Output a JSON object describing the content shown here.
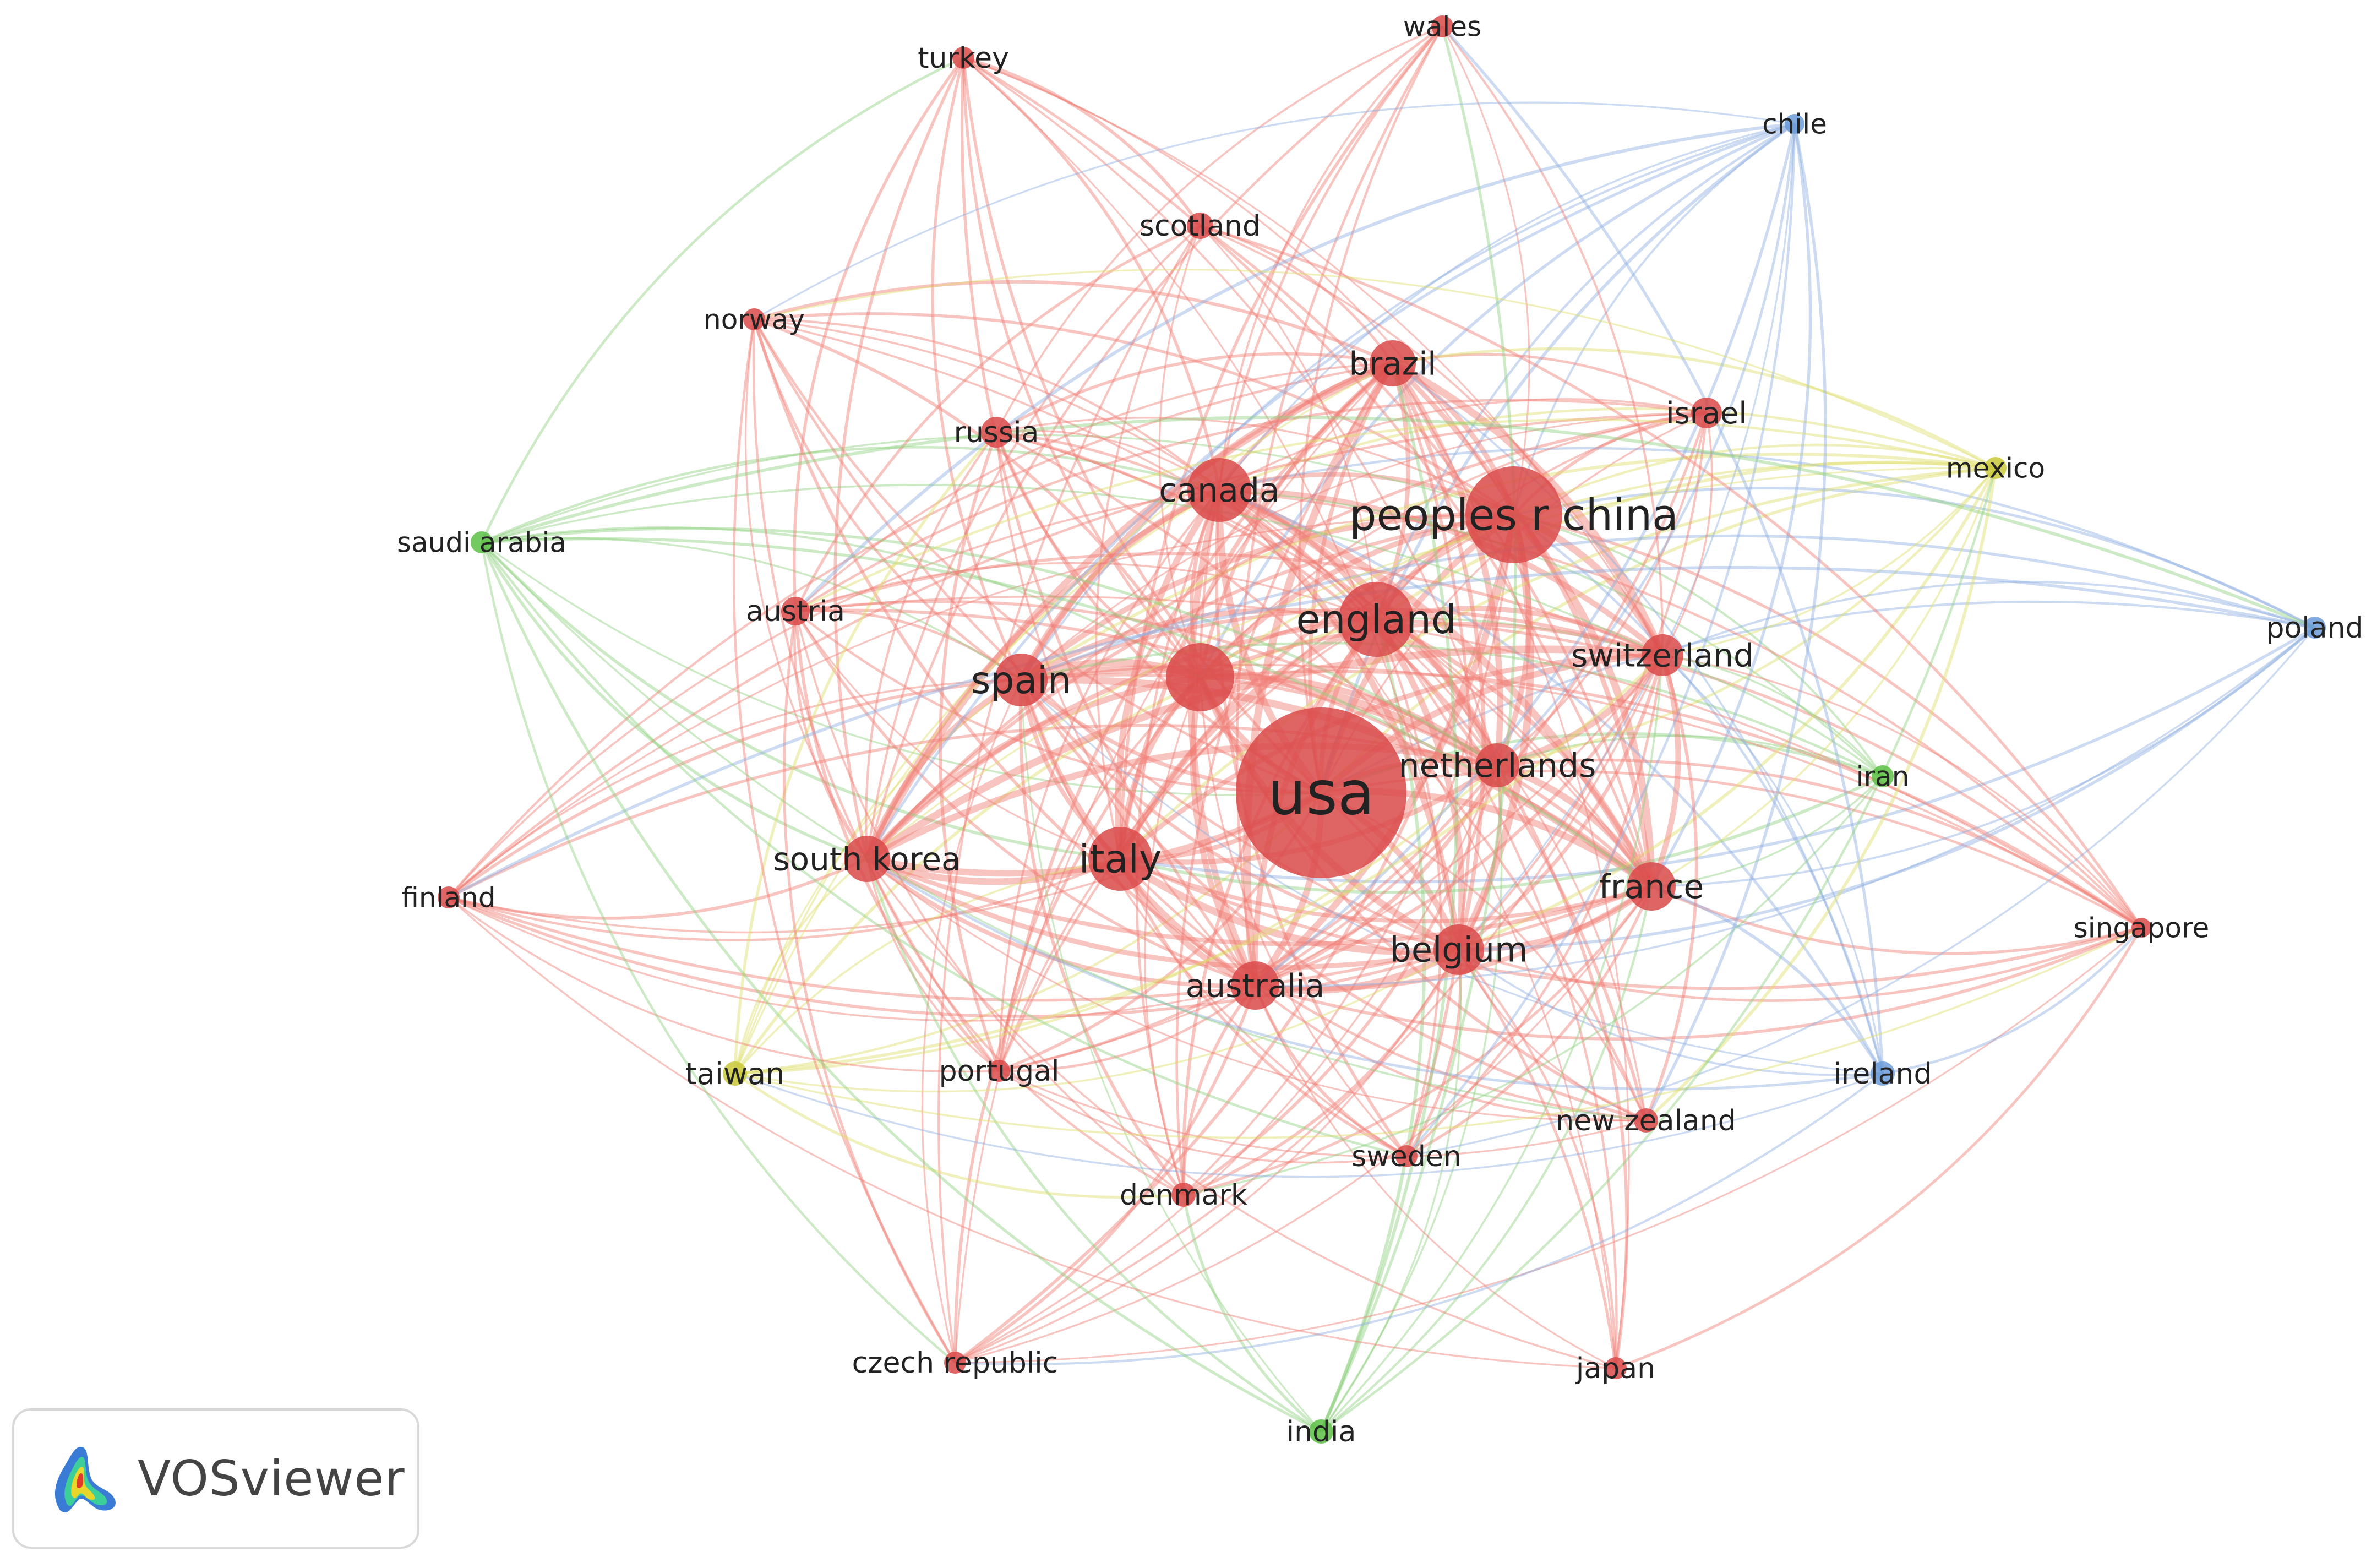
{
  "app": {
    "name": "VOSviewer"
  },
  "colors": {
    "cluster_red": "#d94a4a",
    "cluster_green": "#5cbf45",
    "cluster_blue": "#6b9bd8",
    "cluster_yellow": "#c8c83a",
    "edge_red": "#f07c73",
    "edge_green": "#8fd17f",
    "edge_blue": "#8fb0e0",
    "edge_yellow": "#dede6a"
  },
  "network": {
    "nodes": [
      {
        "id": "usa",
        "label": "usa",
        "cluster": "red"
      },
      {
        "id": "china",
        "label": "peoples r china",
        "cluster": "red"
      },
      {
        "id": "england",
        "label": "england",
        "cluster": "red"
      },
      {
        "id": "canada",
        "label": "canada",
        "cluster": "red"
      },
      {
        "id": "germany",
        "label": "",
        "cluster": "red"
      },
      {
        "id": "italy",
        "label": "italy",
        "cluster": "red"
      },
      {
        "id": "spain",
        "label": "spain",
        "cluster": "red"
      },
      {
        "id": "brazil",
        "label": "brazil",
        "cluster": "red"
      },
      {
        "id": "netherlands",
        "label": "netherlands",
        "cluster": "red"
      },
      {
        "id": "belgium",
        "label": "belgium",
        "cluster": "red"
      },
      {
        "id": "australia",
        "label": "australia",
        "cluster": "red"
      },
      {
        "id": "france",
        "label": "france",
        "cluster": "red"
      },
      {
        "id": "south_korea",
        "label": "south korea",
        "cluster": "red"
      },
      {
        "id": "switzerland",
        "label": "switzerland",
        "cluster": "red"
      },
      {
        "id": "israel",
        "label": "israel",
        "cluster": "red"
      },
      {
        "id": "russia",
        "label": "russia",
        "cluster": "red"
      },
      {
        "id": "austria",
        "label": "austria",
        "cluster": "red"
      },
      {
        "id": "scotland",
        "label": "scotland",
        "cluster": "red"
      },
      {
        "id": "turkey",
        "label": "turkey",
        "cluster": "red"
      },
      {
        "id": "wales",
        "label": "wales",
        "cluster": "red"
      },
      {
        "id": "norway",
        "label": "norway",
        "cluster": "red"
      },
      {
        "id": "finland",
        "label": "finland",
        "cluster": "red"
      },
      {
        "id": "portugal",
        "label": "portugal",
        "cluster": "red"
      },
      {
        "id": "denmark",
        "label": "denmark",
        "cluster": "red"
      },
      {
        "id": "sweden",
        "label": "sweden",
        "cluster": "red"
      },
      {
        "id": "new_zealand",
        "label": "new zealand",
        "cluster": "red"
      },
      {
        "id": "japan",
        "label": "japan",
        "cluster": "red"
      },
      {
        "id": "czech_republic",
        "label": "czech republic",
        "cluster": "red"
      },
      {
        "id": "singapore",
        "label": "singapore",
        "cluster": "red"
      },
      {
        "id": "saudi_arabia",
        "label": "saudi arabia",
        "cluster": "green"
      },
      {
        "id": "iran",
        "label": "iran",
        "cluster": "green"
      },
      {
        "id": "india",
        "label": "india",
        "cluster": "green"
      },
      {
        "id": "chile",
        "label": "chile",
        "cluster": "blue"
      },
      {
        "id": "poland",
        "label": "poland",
        "cluster": "blue"
      },
      {
        "id": "ireland",
        "label": "ireland",
        "cluster": "blue"
      },
      {
        "id": "mexico",
        "label": "mexico",
        "cluster": "yellow"
      },
      {
        "id": "taiwan",
        "label": "taiwan",
        "cluster": "yellow"
      }
    ]
  }
}
